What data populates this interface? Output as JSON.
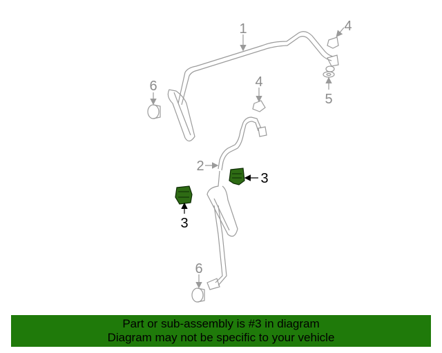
{
  "callouts": {
    "c1": "1",
    "c2": "2",
    "c3a": "3",
    "c3b": "3",
    "c4a": "4",
    "c4b": "4",
    "c5": "5",
    "c6a": "6",
    "c6b": "6"
  },
  "banner": {
    "line1": "Part or sub-assembly is #3 in diagram",
    "line2": "Diagram may not be specific to your vehicle"
  },
  "colors": {
    "highlight_part": "#2e6b14",
    "banner_bg": "#1f7a0a",
    "line_gray": "#9a9a9a"
  }
}
